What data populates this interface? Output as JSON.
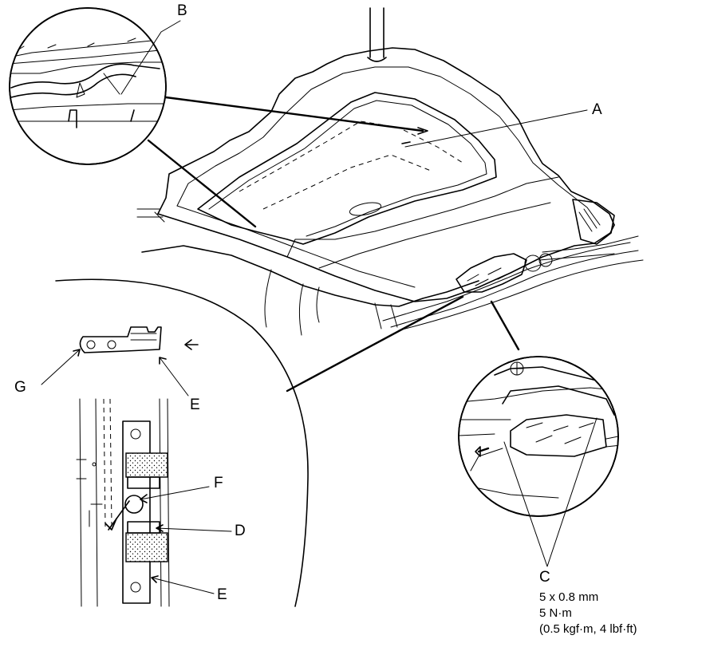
{
  "labels": {
    "a": "A",
    "b": "B",
    "c": "C",
    "d": "D",
    "e_top": "E",
    "e_bottom": "E",
    "f": "F",
    "g": "G"
  },
  "spec": {
    "line1": "5 x 0.8 mm",
    "line2": "5 N·m",
    "line3": "(0.5 kgf·m, 4 lbf·ft)"
  }
}
